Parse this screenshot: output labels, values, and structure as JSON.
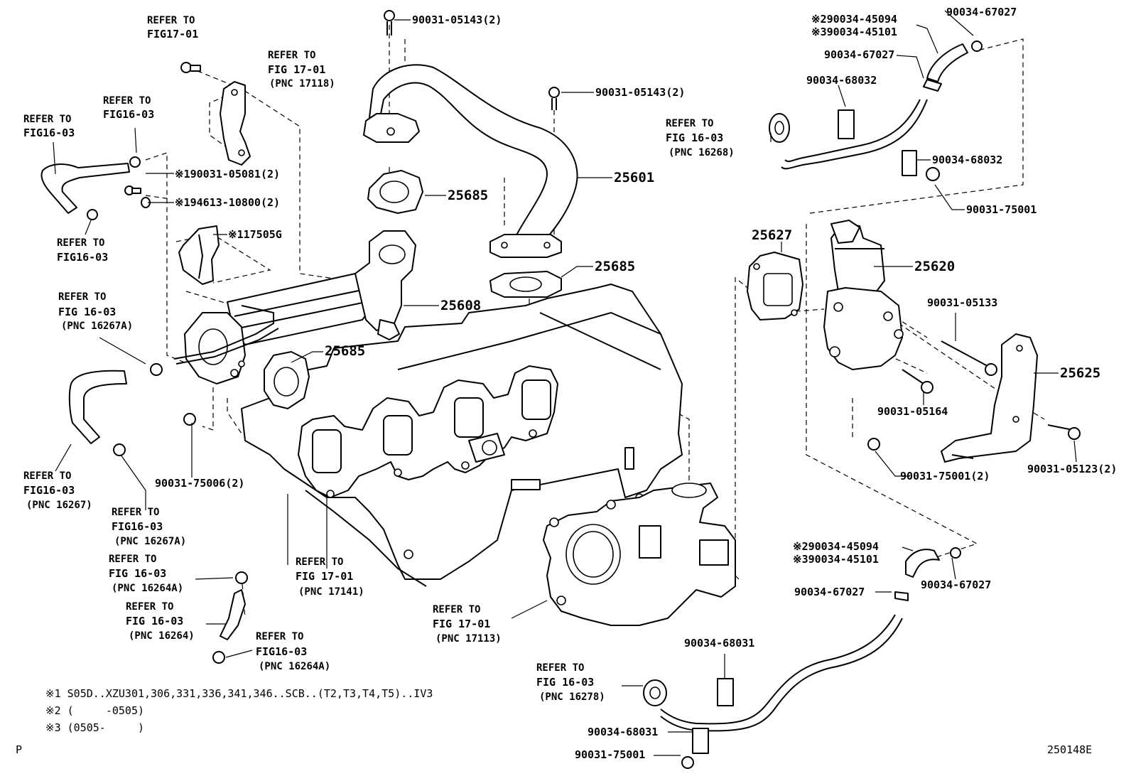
{
  "refs": {
    "r1701_top": [
      "REFER TO",
      "FIG17-01"
    ],
    "r1701_bracket": [
      "REFER TO",
      "FIG 17-01",
      "(PNC 17118)"
    ],
    "r1603_clip": [
      "REFER TO",
      "FIG16-03"
    ],
    "r1603_hose_top": [
      "REFER TO",
      "FIG16-03"
    ],
    "r1603_hose_bottom": [
      "REFER TO",
      "FIG16-03"
    ],
    "r1603_16267A_top": [
      "REFER TO",
      "FIG 16-03",
      "(PNC 16267A)"
    ],
    "r1603_16267": [
      "REFER TO",
      "FIG16-03",
      "(PNC 16267)"
    ],
    "r1603_16267A_bottom": [
      "REFER TO",
      "FIG16-03",
      "(PNC 16267A)"
    ],
    "r1603_16264A_top": [
      "REFER TO",
      "FIG 16-03",
      "(PNC 16264A)"
    ],
    "r1603_16264": [
      "REFER TO",
      "FIG 16-03",
      "(PNC 16264)"
    ],
    "r1603_16264A_bottom": [
      "REFER TO",
      "FIG16-03",
      "(PNC 16264A)"
    ],
    "r1701_17141": [
      "REFER TO",
      "FIG 17-01",
      "(PNC 17141)"
    ],
    "r1701_17113": [
      "REFER TO",
      "FIG 17-01",
      "(PNC 17113)"
    ],
    "r1603_16268": [
      "REFER TO",
      "FIG 16-03",
      "(PNC 16268)"
    ],
    "r1603_16278": [
      "REFER TO",
      "FIG 16-03",
      "(PNC 16278)"
    ]
  },
  "parts": {
    "p90031_05143_top": "90031-05143(2)",
    "p90031_05143_mid": "90031-05143(2)",
    "p90031_05081": "※190031-05081(2)",
    "p94613_10800": "※194613-10800(2)",
    "p17505G": "※117505G",
    "p25685_a": "25685",
    "p25601": "25601",
    "p25685_b": "25685",
    "p25608": "25608",
    "p25685_c": "25685",
    "p90031_75006": "90031-75006(2)",
    "p90034_45094_top": "※290034-45094",
    "p90034_45101_top": "※390034-45101",
    "p90034_67027_a": "90034-67027",
    "p90034_67027_b": "90034-67027",
    "p90034_68032_a": "90034-68032",
    "p90034_68032_b": "90034-68032",
    "p90031_75001_a": "90031-75001",
    "p25627": "25627",
    "p25620": "25620",
    "p90031_05133": "90031-05133",
    "p25625": "25625",
    "p90031_05164": "90031-05164",
    "p90031_75001_2": "90031-75001(2)",
    "p90031_05123": "90031-05123(2)",
    "p90034_45094_bot": "※290034-45094",
    "p90034_45101_bot": "※390034-45101",
    "p90034_67027_c": "90034-67027",
    "p90034_67027_d": "90034-67027",
    "p90034_68031_a": "90034-68031",
    "p90034_68031_b": "90034-68031",
    "p90031_75001_b": "90031-75001"
  },
  "notes": [
    "※1 S05D..XZU301,306,331,336,341,346..SCB..(T2,T3,T4,T5)..IV3",
    "※2 (     -0505)",
    "※3 (0505-     )"
  ],
  "corner_left": "P",
  "corner_right": "250148E"
}
